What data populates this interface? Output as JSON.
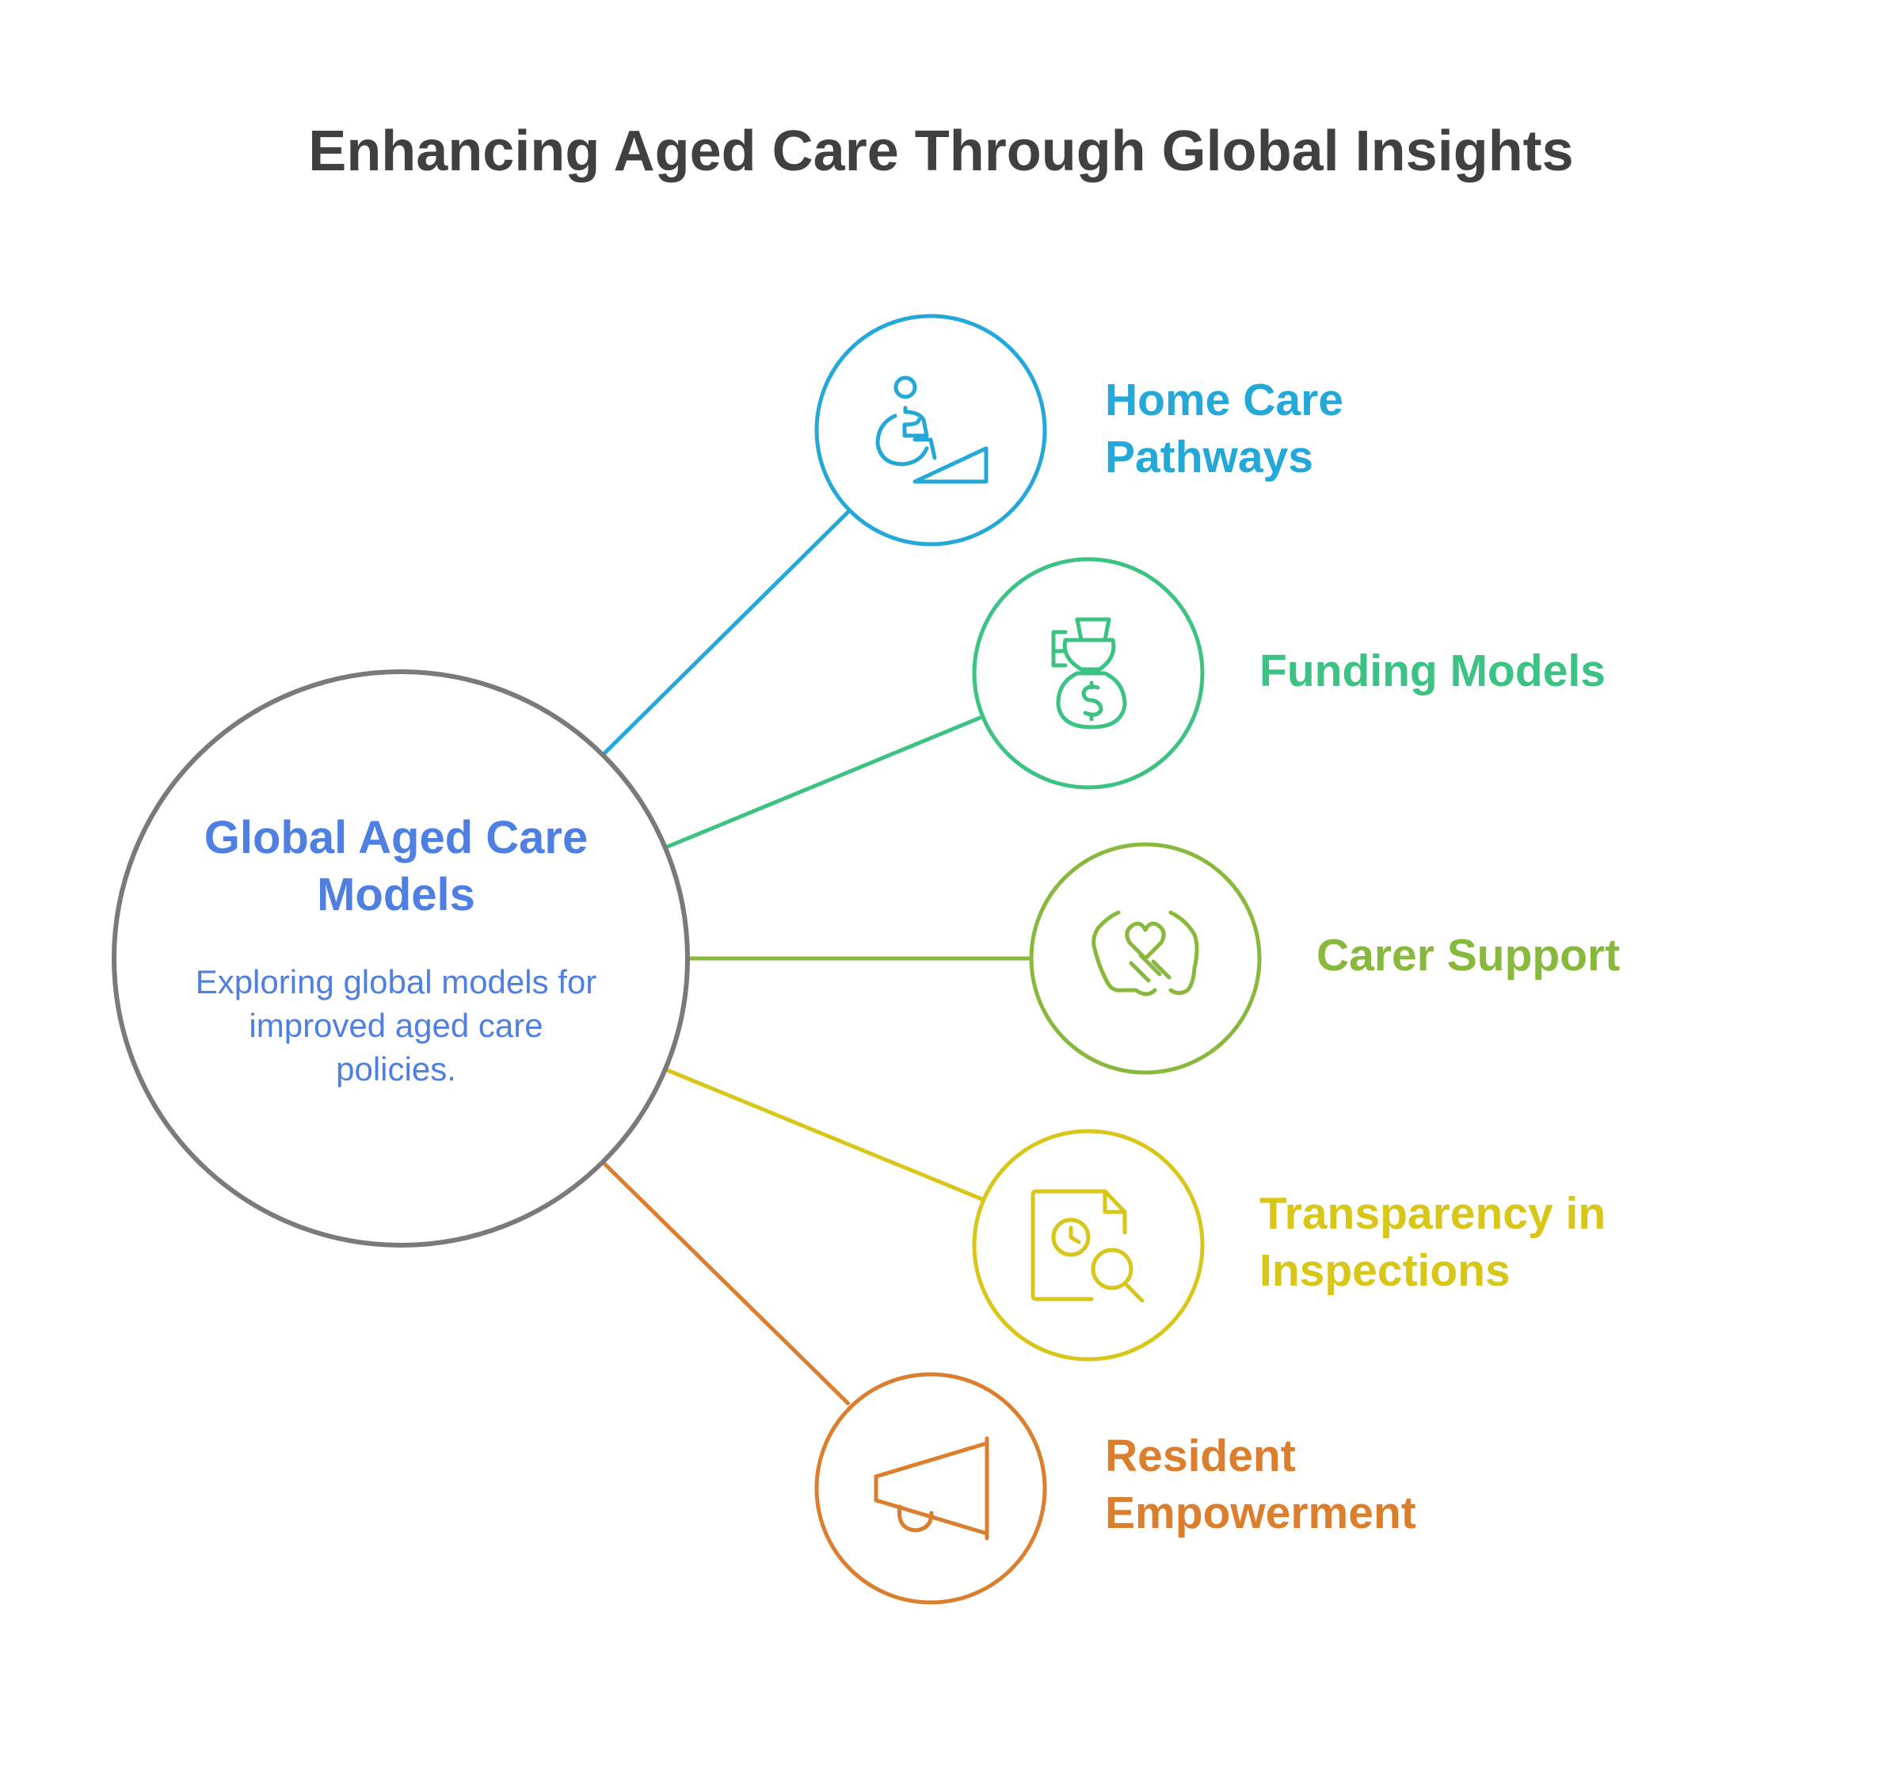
{
  "title": "Enhancing Aged Care Through Global Insights",
  "center": {
    "title": "Global Aged Care Models",
    "description": "Exploring global models for improved aged care policies.",
    "color": "#4f80e1",
    "ring_color": "#7a7a7a"
  },
  "branches": [
    {
      "label": "Home Care Pathways",
      "icon": "wheelchair-ramp-icon",
      "color": "#24a8d8"
    },
    {
      "label": "Funding Models",
      "icon": "money-bag-icon",
      "color": "#3cc282"
    },
    {
      "label": "Carer Support",
      "icon": "hands-heart-icon",
      "color": "#88b83c"
    },
    {
      "label": "Transparency in Inspections",
      "icon": "document-clock-search-icon",
      "color": "#d8c618"
    },
    {
      "label": "Resident Empowerment",
      "icon": "megaphone-icon",
      "color": "#db7e2e"
    }
  ]
}
